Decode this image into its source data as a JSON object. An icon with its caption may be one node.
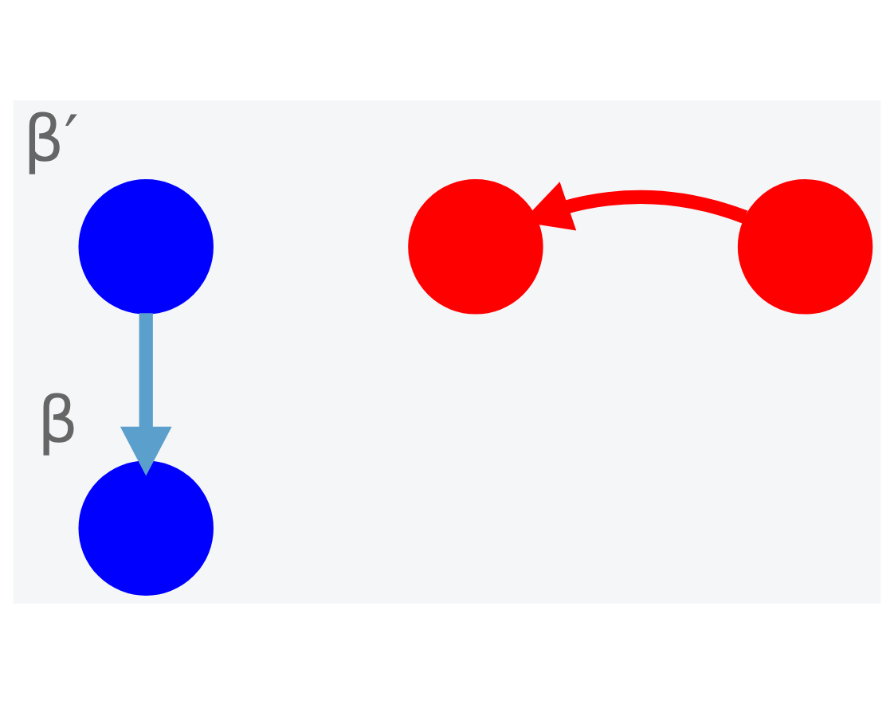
{
  "diagram": {
    "nodes": [
      {
        "text": [],
        "shape": "circle",
        "beside": [
          "β′"
        ]
      },
      {
        "text": [],
        "shape": "circle"
      },
      {
        "text": [],
        "shape": "circle"
      },
      {
        "text": [],
        "shape": "circle",
        "beside": [
          "β"
        ]
      }
    ],
    "edges": [
      {
        "from": 0,
        "to": 3,
        "arrow": "to",
        "color": "#5b9fcc"
      },
      {
        "from": 2,
        "to": 1,
        "arrow": "to",
        "color": "#ff0000"
      }
    ]
  }
}
